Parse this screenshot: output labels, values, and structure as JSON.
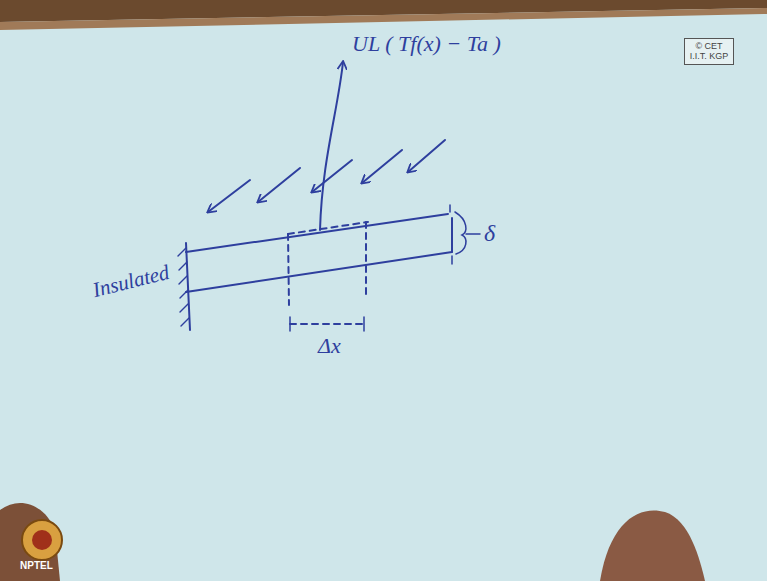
{
  "diagram": {
    "nodes": [
      {
        "text": [
          "© CET I.I.T. KGP"
        ]
      }
    ],
    "labels": [
      "UL ( Tf(x) − Ta )",
      "δ",
      "Insulated",
      "Δx",
      "NPTEL"
    ]
  }
}
